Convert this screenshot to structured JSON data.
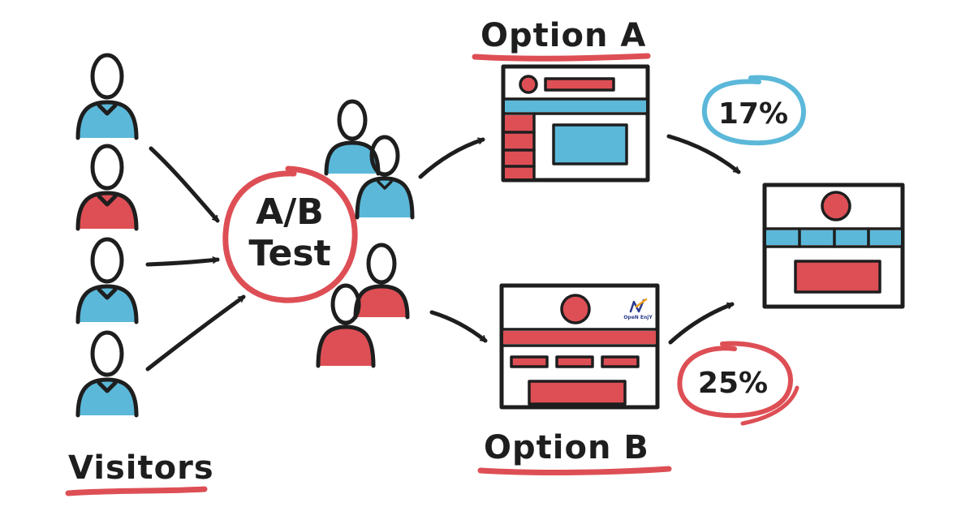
{
  "labels": {
    "visitors": "Visitors",
    "ab_line1": "A/B",
    "ab_line2": "Test",
    "option_a": "Option A",
    "option_b": "Option B",
    "rate_a": "17%",
    "rate_b": "25%",
    "logo": "OpeN EnjY"
  },
  "colors": {
    "blue": "#5bb8d9",
    "red": "#dd4f55",
    "ink": "#1e1e1e",
    "paper": "#ffffff"
  },
  "visitors": [
    "blue",
    "red",
    "blue",
    "blue"
  ],
  "groups": {
    "option_a": [
      "blue",
      "blue"
    ],
    "option_b": [
      "red",
      "red"
    ]
  }
}
